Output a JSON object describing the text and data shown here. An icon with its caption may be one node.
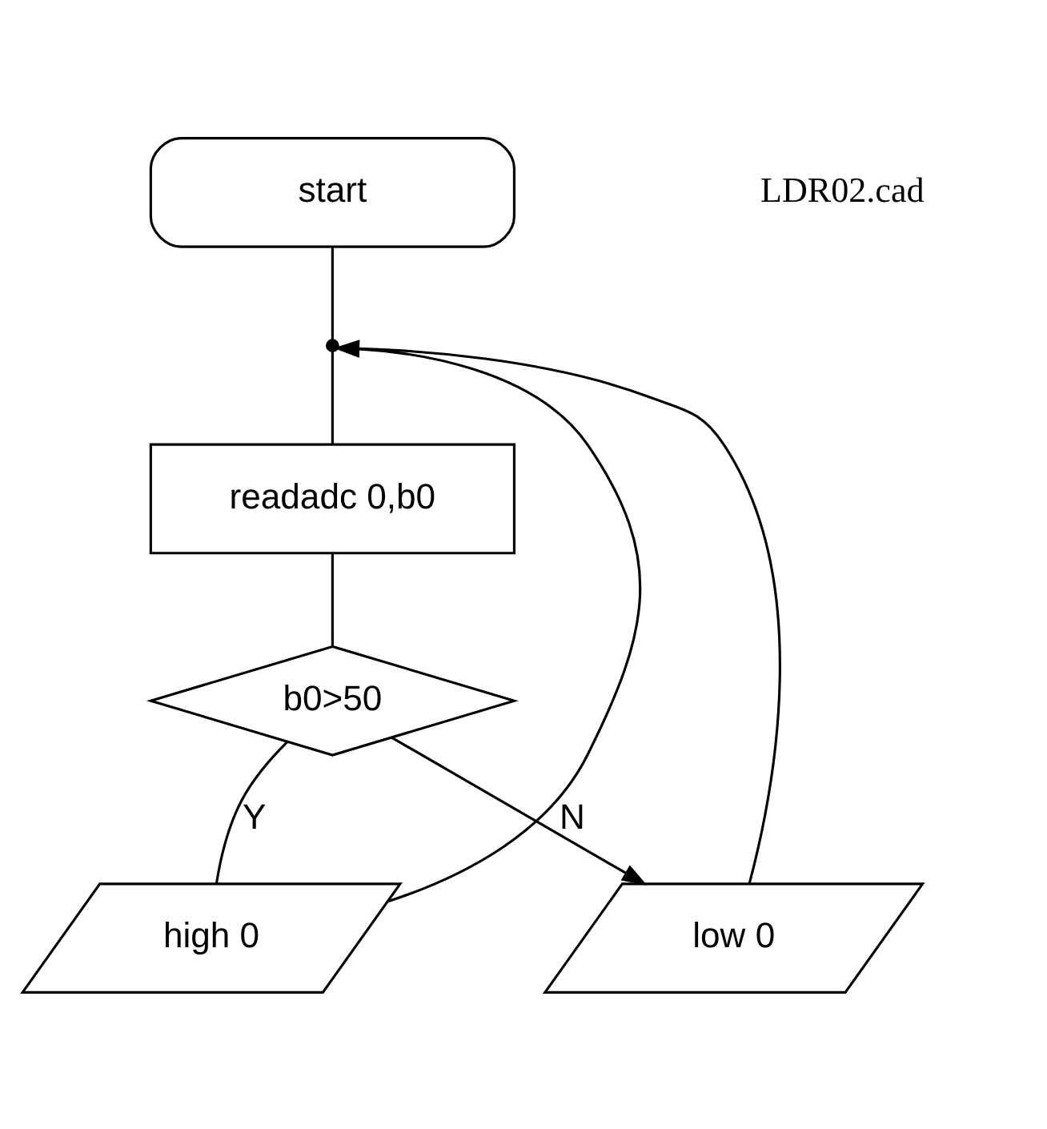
{
  "diagram": {
    "nodes": [
      {
        "text": [
          "start"
        ]
      },
      {
        "text": [],
        "shape": "point"
      },
      {
        "text": [
          "readadc 0,b0"
        ]
      },
      {
        "text": [
          "b0>50"
        ]
      },
      {
        "text": [
          "high 0"
        ]
      },
      {
        "text": [
          "low 0"
        ]
      }
    ],
    "edges": [
      {
        "from": 0,
        "to": 1,
        "arrow": "none"
      },
      {
        "from": 1,
        "to": 2,
        "arrow": "none"
      },
      {
        "from": 2,
        "to": 3,
        "arrow": "none"
      },
      {
        "from": 3,
        "to": 4,
        "arrow": "none",
        "label": "Y"
      },
      {
        "from": 3,
        "to": 5,
        "arrow": "to",
        "label": "N"
      },
      {
        "from": 4,
        "to": 1,
        "arrow": "to"
      },
      {
        "from": 5,
        "to": 1,
        "arrow": "to"
      }
    ],
    "labels": [
      "LDR02.cad"
    ]
  }
}
